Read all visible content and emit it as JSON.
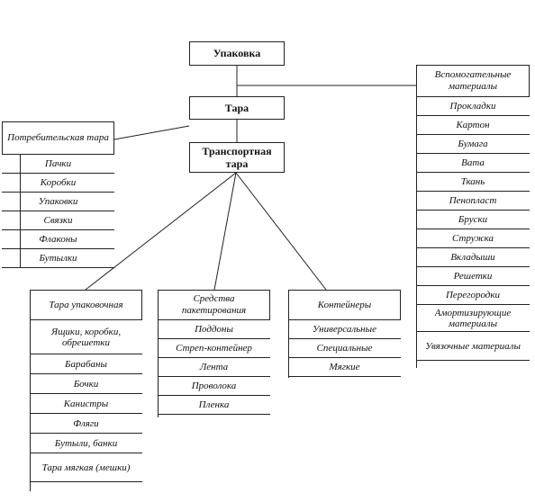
{
  "diagram": {
    "root": "Упаковка",
    "level2": "Тара",
    "level3": "Транспортная тара",
    "consumer": {
      "title": "Потребительская тара",
      "items": [
        "Пачки",
        "Коробки",
        "Упаковки",
        "Связки",
        "Флаконы",
        "Бутылки"
      ]
    },
    "auxiliary": {
      "title": "Вспомогательные материалы",
      "items": [
        "Прокладки",
        "Картон",
        "Бумага",
        "Вата",
        "Ткань",
        "Пенопласт",
        "Бруски",
        "Стружка",
        "Вкладыши",
        "Решетки",
        "Перегородки",
        "Амортизирующие материалы",
        "Увязочные материалы"
      ]
    },
    "packing": {
      "title": "Тара упаковочная",
      "items": [
        "Ящики, коробки, обрешетки",
        "Барабаны",
        "Бочки",
        "Канистры",
        "Фляги",
        "Бутыли, банки",
        "Тара мягкая (мешки)"
      ]
    },
    "packaging_means": {
      "title": "Средства пакетирования",
      "items": [
        "Поддоны",
        "Стреп-контейнер",
        "Лента",
        "Проволока",
        "Пленка"
      ]
    },
    "containers": {
      "title": "Контейнеры",
      "items": [
        "Универсальные",
        "Специальные",
        "Мягкие"
      ]
    }
  }
}
